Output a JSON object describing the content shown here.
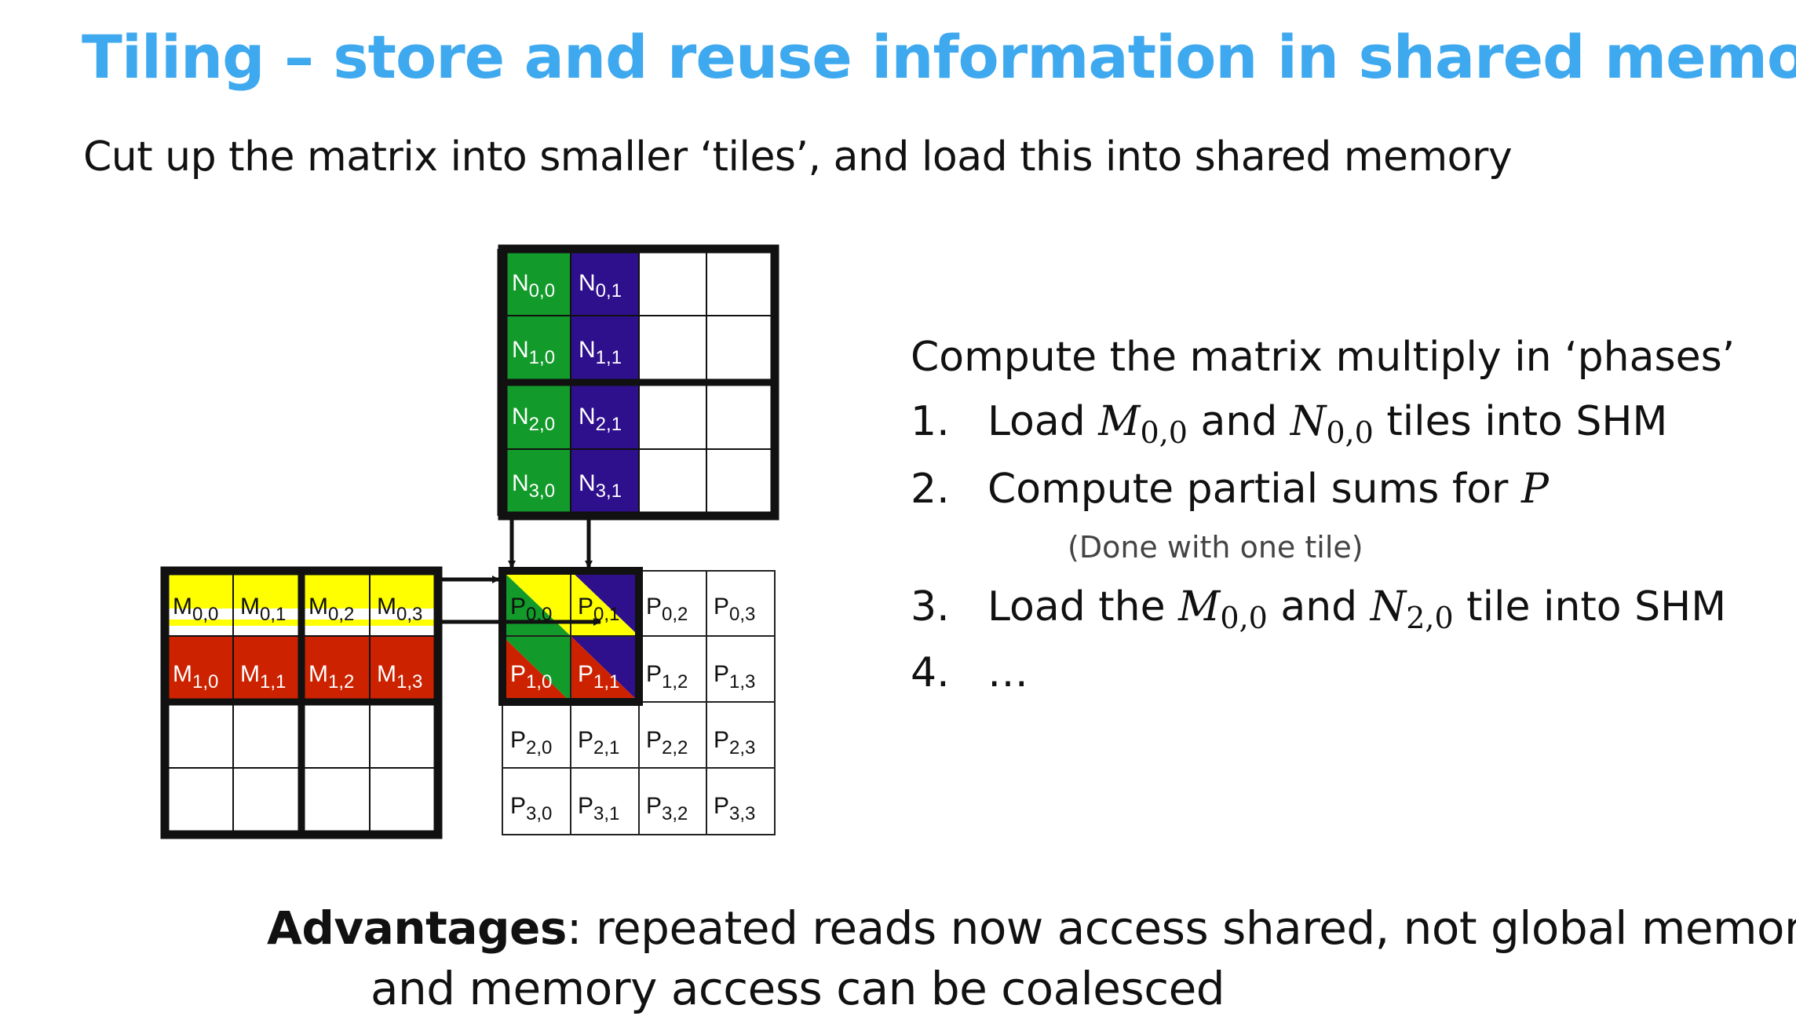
{
  "slide": {
    "title": "Tiling – store and reuse information in shared memory",
    "subtitle": "Cut up the matrix into smaller ‘tiles’, and load this into shared memory"
  },
  "steps": {
    "intro": "Compute the matrix multiply in ‘phases’",
    "items": [
      {
        "num": "1.",
        "t1": "Load ",
        "v1": "M",
        "s1": "0,0",
        "t2": " and ",
        "v2": "N",
        "s2": "0,0",
        "t3": " tiles into SHM"
      },
      {
        "num": "2.",
        "t1": "Compute partial sums for ",
        "v1": "P"
      },
      {
        "num": "3.",
        "t1": "Load the ",
        "v1": "M",
        "s1": "0,0",
        "t2": " and  ",
        "v2": "N",
        "s2": "2,0",
        "t3": " tile into SHM"
      },
      {
        "num": "4.",
        "t1": "…"
      }
    ],
    "note": "(Done with one tile)"
  },
  "advantages": {
    "label": "Advantages",
    "line1": ": repeated reads now access shared, not global memory",
    "line2": "and memory access can be coalesced"
  },
  "diagram": {
    "colors": {
      "yellow": "#ffff00",
      "red": "#cc2200",
      "green": "#129a2a",
      "purple": "#2e0f8c",
      "border": "#111111"
    },
    "n_cells": [
      {
        "id": "n00",
        "base": "N",
        "sub": "0,0"
      },
      {
        "id": "n01",
        "base": "N",
        "sub": "0,1"
      },
      {
        "id": "n10",
        "base": "N",
        "sub": "1,0"
      },
      {
        "id": "n11",
        "base": "N",
        "sub": "1,1"
      },
      {
        "id": "n20",
        "base": "N",
        "sub": "2,0"
      },
      {
        "id": "n21",
        "base": "N",
        "sub": "2,1"
      },
      {
        "id": "n30",
        "base": "N",
        "sub": "3,0"
      },
      {
        "id": "n31",
        "base": "N",
        "sub": "3,1"
      }
    ],
    "m_cells": [
      {
        "id": "m00",
        "base": "M",
        "sub": "0,0"
      },
      {
        "id": "m01",
        "base": "M",
        "sub": "0,1"
      },
      {
        "id": "m02",
        "base": "M",
        "sub": "0,2"
      },
      {
        "id": "m03",
        "base": "M",
        "sub": "0,3"
      },
      {
        "id": "m10",
        "base": "M",
        "sub": "1,0"
      },
      {
        "id": "m11",
        "base": "M",
        "sub": "1,1"
      },
      {
        "id": "m12",
        "base": "M",
        "sub": "1,2"
      },
      {
        "id": "m13",
        "base": "M",
        "sub": "1,3"
      }
    ],
    "p_cells": [
      {
        "id": "p00",
        "base": "P",
        "sub": "0,0"
      },
      {
        "id": "p01",
        "base": "P",
        "sub": "0,1"
      },
      {
        "id": "p02",
        "base": "P",
        "sub": "0,2"
      },
      {
        "id": "p03",
        "base": "P",
        "sub": "0,3"
      },
      {
        "id": "p10",
        "base": "P",
        "sub": "1,0"
      },
      {
        "id": "p11",
        "base": "P",
        "sub": "1,1"
      },
      {
        "id": "p12",
        "base": "P",
        "sub": "1,2"
      },
      {
        "id": "p13",
        "base": "P",
        "sub": "1,3"
      },
      {
        "id": "p20",
        "base": "P",
        "sub": "2,0"
      },
      {
        "id": "p21",
        "base": "P",
        "sub": "2,1"
      },
      {
        "id": "p22",
        "base": "P",
        "sub": "2,2"
      },
      {
        "id": "p23",
        "base": "P",
        "sub": "2,3"
      },
      {
        "id": "p30",
        "base": "P",
        "sub": "3,0"
      },
      {
        "id": "p31",
        "base": "P",
        "sub": "3,1"
      },
      {
        "id": "p32",
        "base": "P",
        "sub": "3,2"
      },
      {
        "id": "p33",
        "base": "P",
        "sub": "3,3"
      }
    ]
  }
}
